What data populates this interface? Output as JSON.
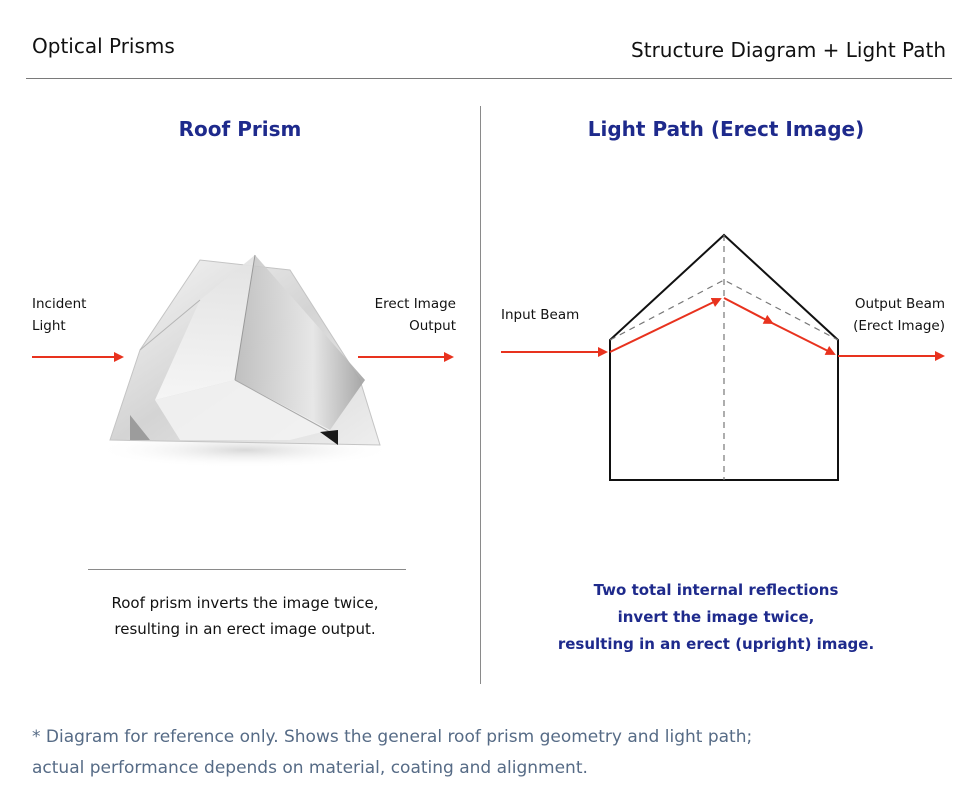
{
  "header": {
    "left_title": "Optical Prisms",
    "right_title": "Structure Diagram + Light Path"
  },
  "left_panel": {
    "title": "Roof Prism",
    "incident_label": [
      "Incident",
      "Light"
    ],
    "output_label": [
      "Erect Image",
      "Output"
    ],
    "caption": [
      "Roof prism inverts the image twice,",
      "resulting in an erect image output."
    ]
  },
  "right_panel": {
    "title": "Light Path (Erect Image)",
    "input_label": "Input Beam",
    "output_label": [
      "Output Beam",
      "(Erect Image)"
    ],
    "caption": [
      "Two total internal reflections",
      "invert the image twice,",
      "resulting in an erect (upright) image."
    ]
  },
  "footer_note": [
    "* Diagram for reference only. Shows the general roof prism geometry and light path;",
    "actual performance depends on material, coating and alignment."
  ],
  "colors": {
    "arrow": "#e8321e",
    "title_blue": "#1e2a8c",
    "note": "#566b86"
  }
}
